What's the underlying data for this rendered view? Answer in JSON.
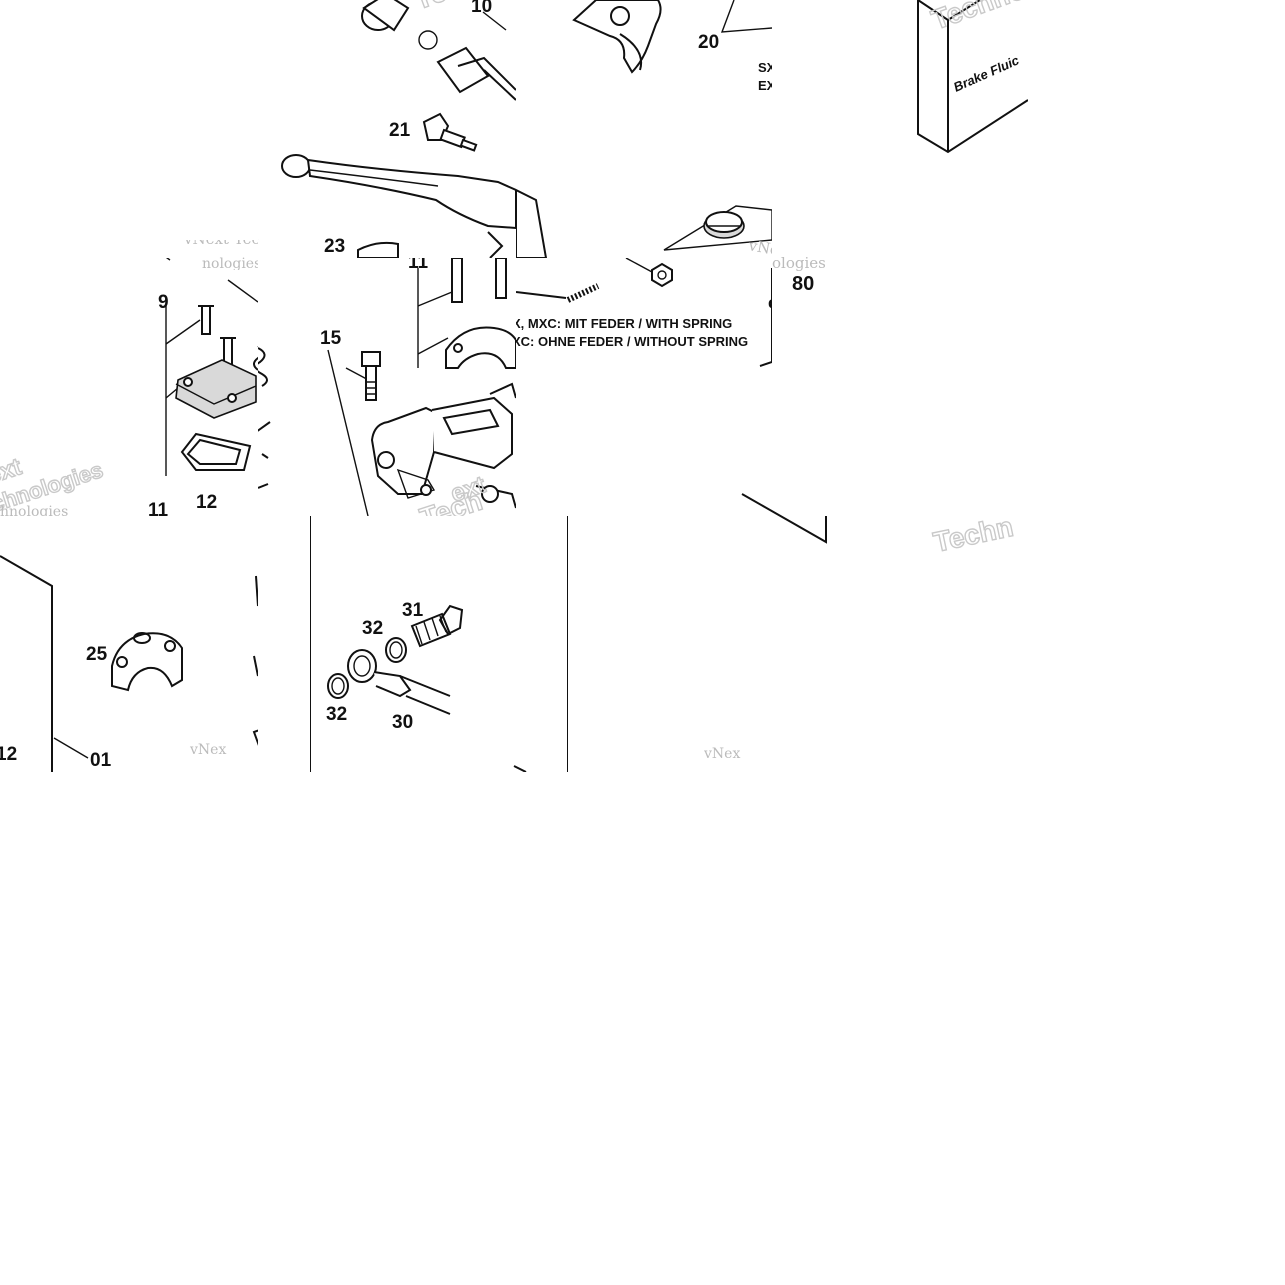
{
  "part_labels": {
    "p10": "10",
    "p20": "20",
    "p21": "21",
    "p23": "23",
    "p9": "9",
    "p15": "15",
    "p80": "80",
    "p11": "11",
    "p12a": "12",
    "p12b": "12",
    "p25": "25",
    "p01": "01",
    "p31": "31",
    "p32a": "32",
    "p32b": "32",
    "p30": "30"
  },
  "notes": {
    "sx_fragment": "SX",
    "ex_fragment": "EX",
    "with_spring": "X, MXC: MIT FEDER / WITH SPRING",
    "without_spring": "XC: OHNE FEDER / WITHOUT SPRING"
  },
  "product_box": {
    "label": "Brake Fluic"
  },
  "watermarks": {
    "vnext_tec": "vNext Tec",
    "techno": "Techno",
    "ologies": "ologies",
    "chnologies": "chnologies",
    "next": "ext",
    "tech": "Tech",
    "techn": "Techn",
    "vnex": "vNex",
    "vne": "vNe",
    "hnologies": "hnologies",
    "nologies": "nologies"
  },
  "colors": {
    "ink": "#111111",
    "watermark": "#bbbbbb",
    "background": "#ffffff"
  }
}
